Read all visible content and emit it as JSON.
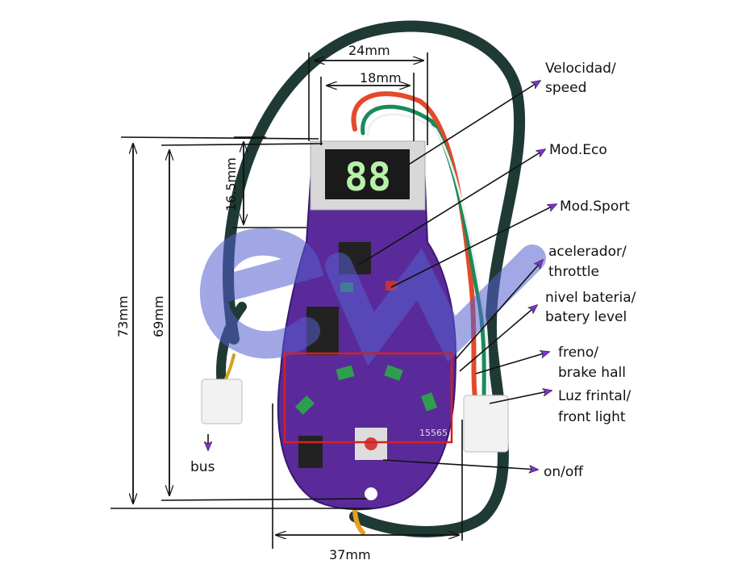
{
  "colors": {
    "board": "#5a2a9a",
    "watermark": "#5560d0",
    "highlight_box": "#d42020",
    "arrowhead": "#8a2be2",
    "cable": "#1f3a34",
    "display_digits": "#b8f0a8"
  },
  "display": {
    "digits": "88"
  },
  "board_marking": "15565",
  "dimensions": {
    "width_outer": "24mm",
    "width_inner": "18mm",
    "display_height": "16.5mm",
    "total_height": "73mm",
    "board_height": "69mm",
    "bottom_width": "37mm"
  },
  "callouts": {
    "speed": [
      "Velocidad/",
      "speed"
    ],
    "eco": "Mod.Eco",
    "sport": "Mod.Sport",
    "throttle": [
      "acelerador/",
      "throttle"
    ],
    "battery": [
      "nivel bateria/",
      "batery level"
    ],
    "brake": [
      "freno/",
      "brake hall"
    ],
    "front_light": [
      "Luz frintal/",
      "front light"
    ],
    "power": "on/off",
    "bus": "bus"
  }
}
